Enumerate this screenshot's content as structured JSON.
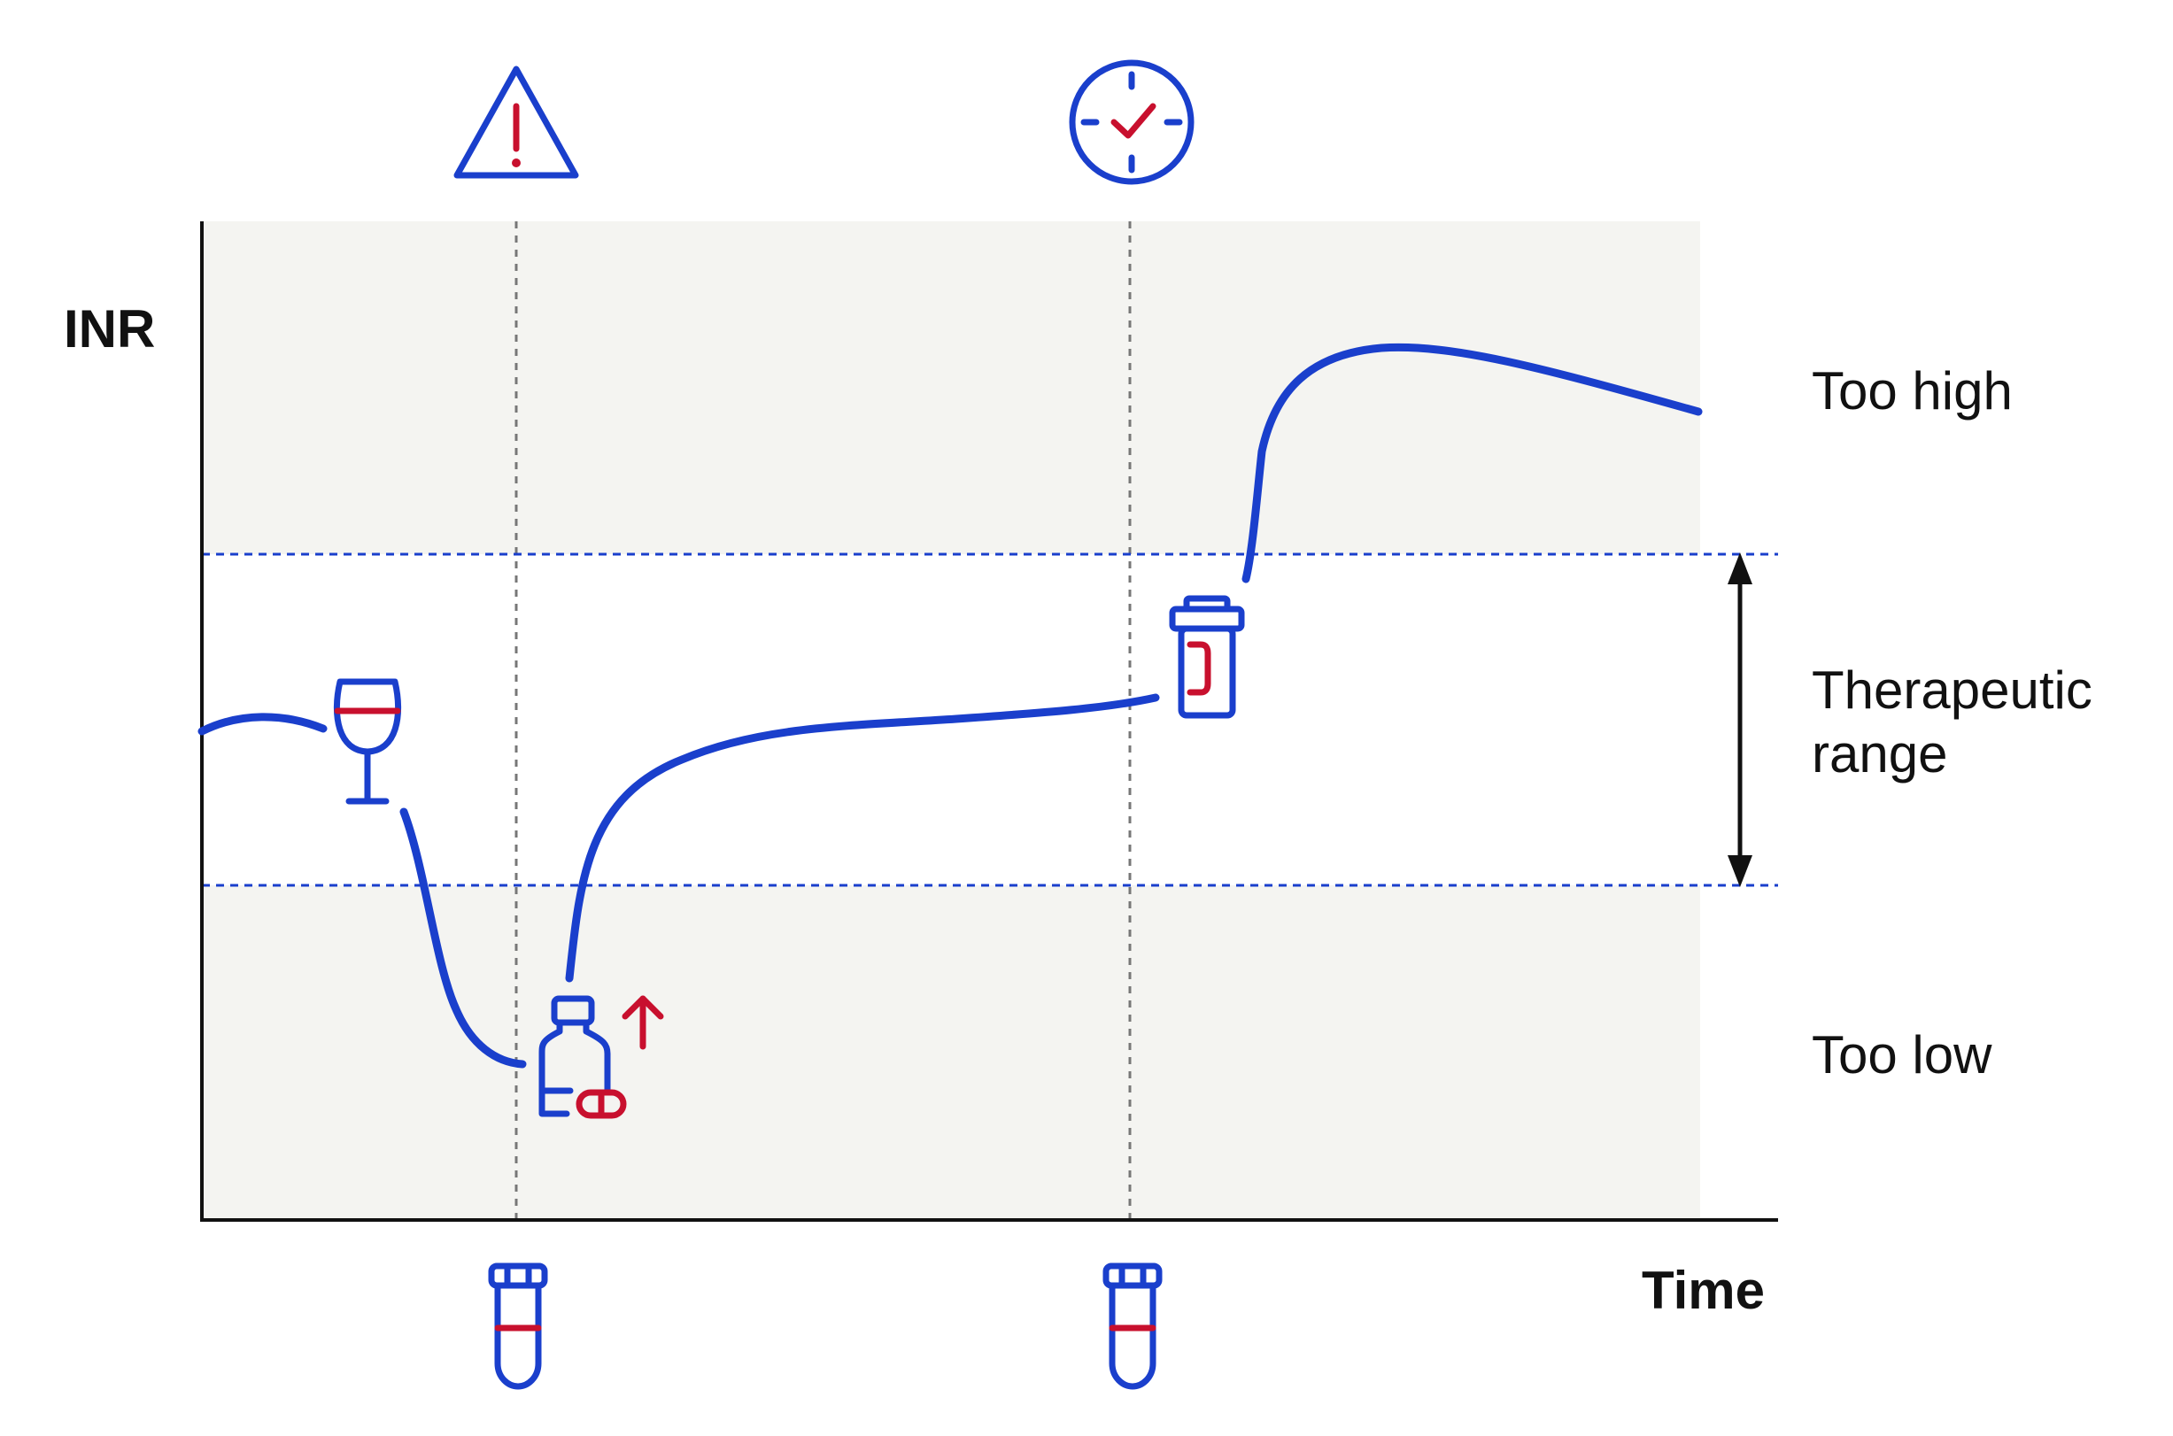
{
  "colors": {
    "background_zone": "#f4f4f1",
    "therapeutic_band": "#ffffff",
    "curve": "#1a3fcc",
    "icon_primary": "#1a3fcc",
    "icon_accent": "#c8102e",
    "axis": "#111111",
    "guide_line": "#777777",
    "threshold_line": "#1a3fcc"
  },
  "axes": {
    "y_label": "INR",
    "x_label": "Time"
  },
  "zones": {
    "too_high": "Too high",
    "therapeutic_line1": "Therapeutic",
    "therapeutic_line2": "range",
    "too_low": "Too low"
  },
  "icons": {
    "top": [
      "warning-triangle-icon",
      "clock-check-icon"
    ],
    "bottom": [
      "blood-test-tube-icon",
      "blood-test-tube-icon"
    ],
    "curve_events": [
      "wine-glass-icon",
      "medication-bottle-dose-up-icon",
      "pill-bottle-icon"
    ]
  }
}
